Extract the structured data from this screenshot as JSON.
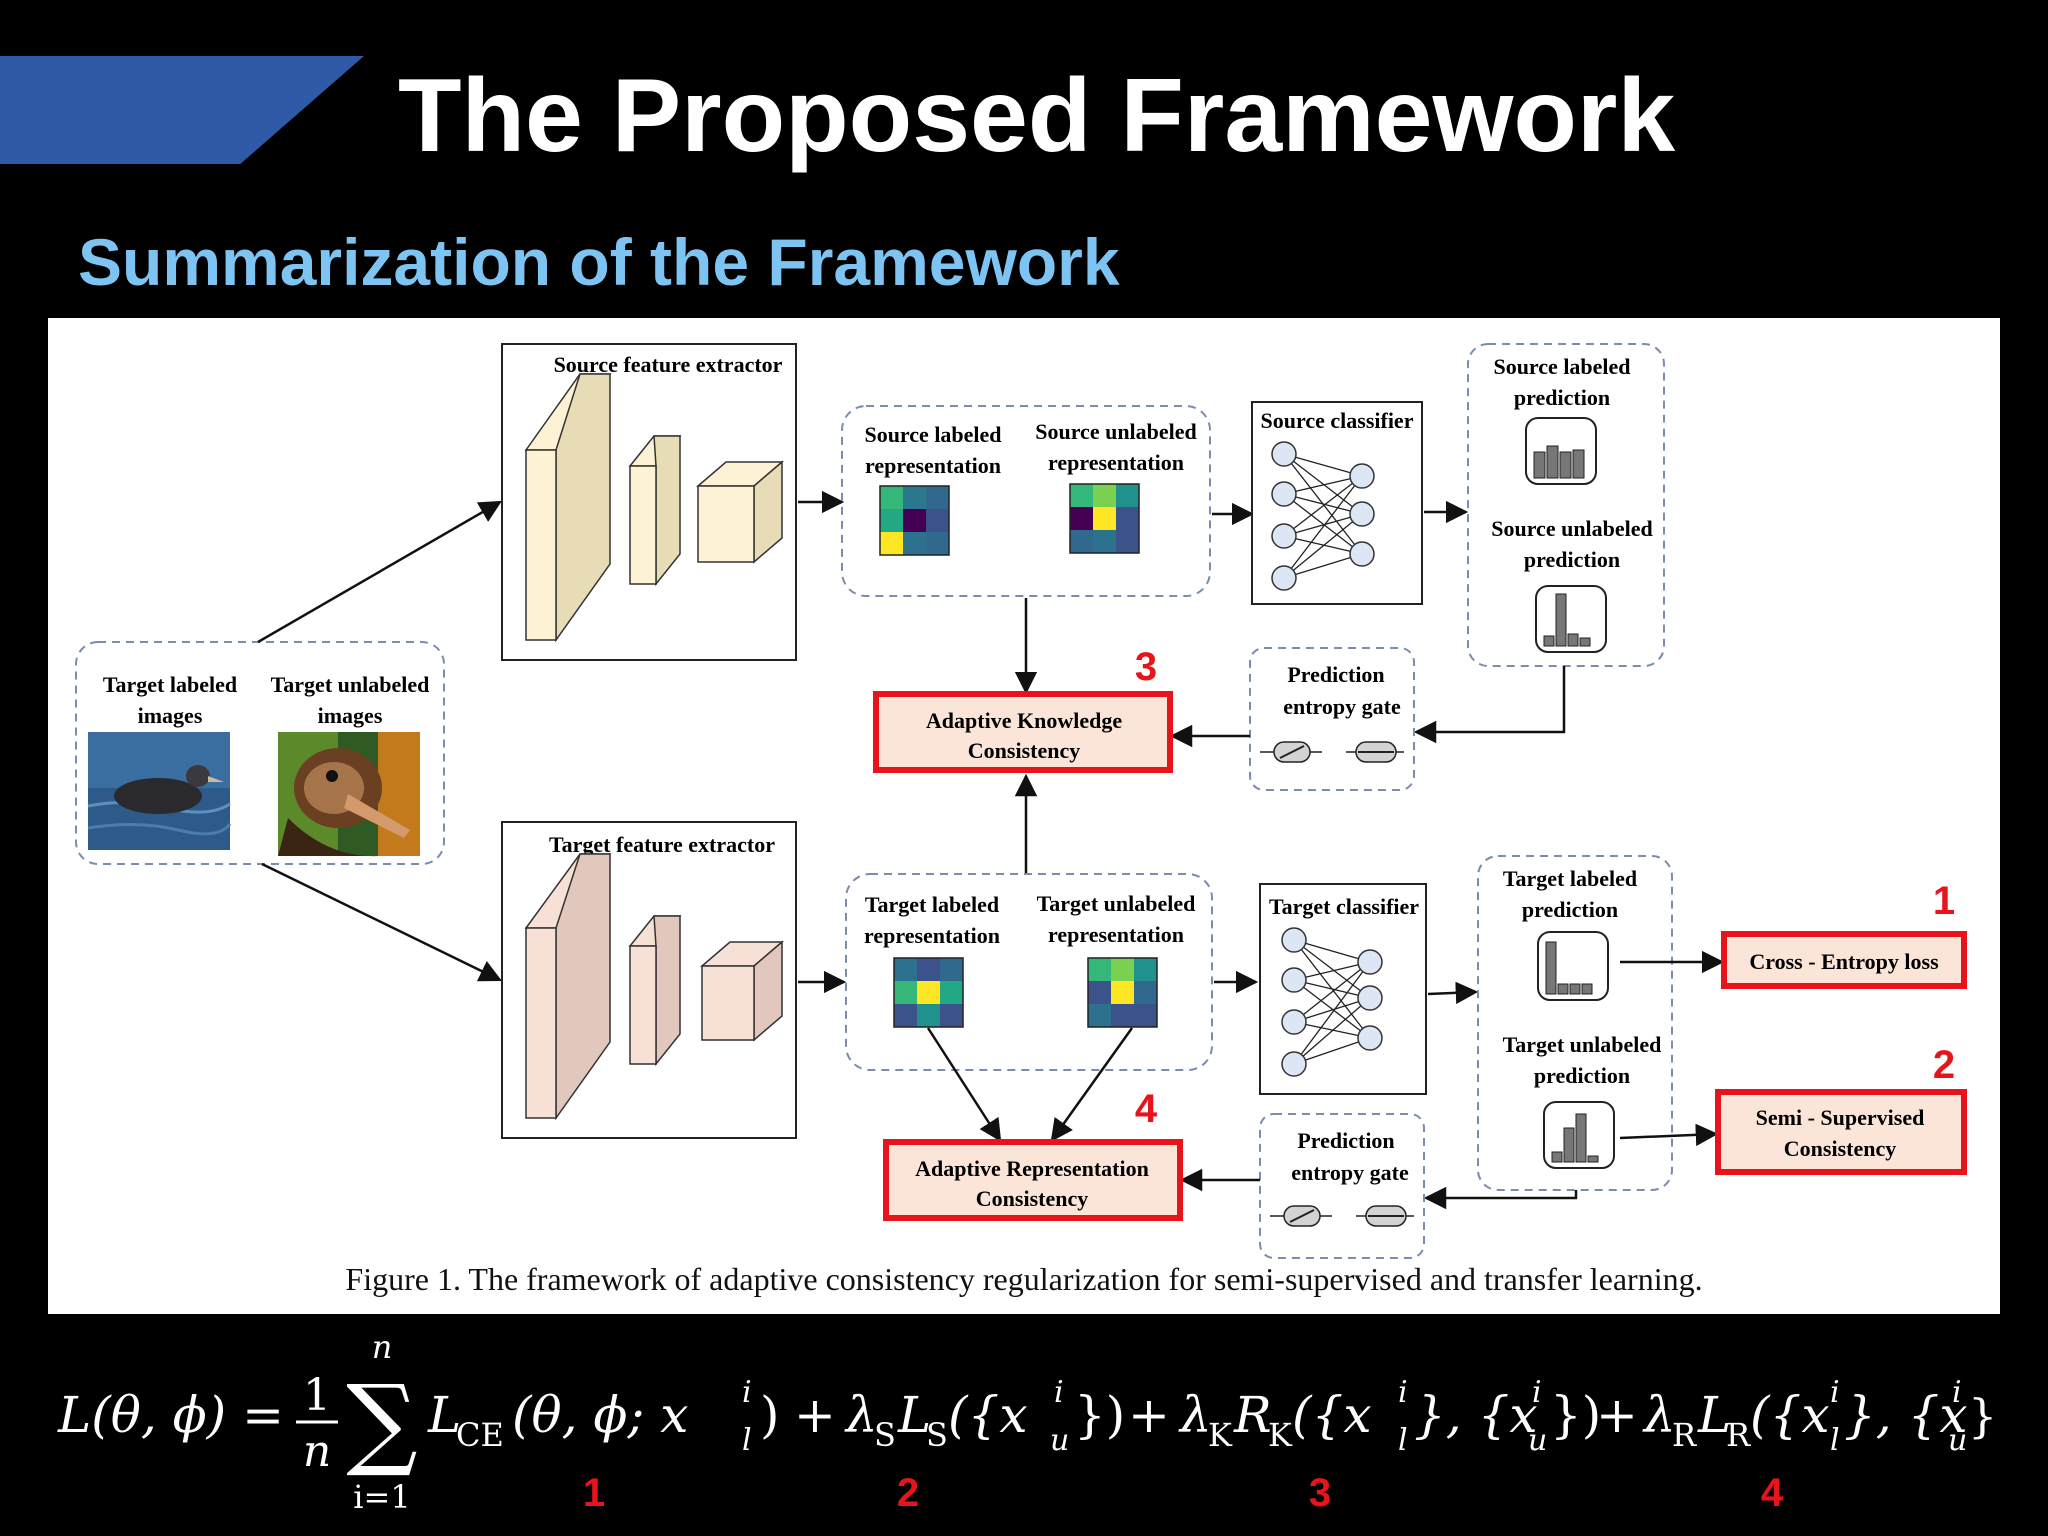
{
  "slide": {
    "title": "The Proposed Framework",
    "subtitle": "Summarization of the Framework"
  },
  "figure": {
    "input": {
      "labeled_l1": "Target labeled",
      "labeled_l2": "images",
      "unlabeled_l1": "Target unlabeled",
      "unlabeled_l2": "images"
    },
    "source_extractor": "Source feature extractor",
    "target_extractor": "Target feature extractor",
    "source_repr": {
      "labeled_l1": "Source labeled",
      "labeled_l2": "representation",
      "unlabeled_l1": "Source unlabeled",
      "unlabeled_l2": "representation"
    },
    "target_repr": {
      "labeled_l1": "Target labeled",
      "labeled_l2": "representation",
      "unlabeled_l1": "Target unlabeled",
      "unlabeled_l2": "representation"
    },
    "source_classifier": "Source classifier",
    "target_classifier": "Target classifier",
    "source_pred": {
      "labeled_l1": "Source labeled",
      "labeled_l2": "prediction",
      "unlabeled_l1": "Source unlabeled",
      "unlabeled_l2": "prediction"
    },
    "target_pred": {
      "labeled_l1": "Target labeled",
      "labeled_l2": "prediction",
      "unlabeled_l1": "Target unlabeled",
      "unlabeled_l2": "prediction"
    },
    "gate_l1": "Prediction",
    "gate_l2": "entropy gate",
    "akc_l1": "Adaptive Knowledge",
    "akc_l2": "Consistency",
    "arc_l1": "Adaptive Representation",
    "arc_l2": "Consistency",
    "ce_loss": "Cross - Entropy loss",
    "ssc_l1": "Semi - Supervised",
    "ssc_l2": "Consistency",
    "marker_1": "1",
    "marker_2": "2",
    "marker_3": "3",
    "marker_4": "4",
    "caption": "Figure 1. The framework of adaptive consistency regularization for semi-supervised and transfer learning."
  },
  "equation": {
    "lhs": "L(θ, ϕ) =",
    "frac_num": "1",
    "frac_den": "n",
    "sum_top": "n",
    "sum_sym": "∑",
    "sum_bottom": "i=1",
    "term1": "L",
    "term1_sub": "CE",
    "term1_args": "(θ, ϕ; x",
    "term1_sup": "i",
    "term1_xsub": "l",
    "term1_close": ")",
    "plus": "+",
    "lambda": "λ",
    "sub_S": "S",
    "sub_K": "K",
    "sub_R": "R",
    "L_sym": "L",
    "R_sym": "R",
    "open_set": "({x",
    "close_set": "})",
    "mid_sets": "}, {x",
    "sup_i": "i",
    "sub_u": "u",
    "sub_l": "l",
    "labels": [
      "1",
      "2",
      "3",
      "4"
    ]
  },
  "colors": {
    "banner": "#2e5aa8",
    "subtitle": "#7ec4f2",
    "highlight": "#e8141b",
    "highlight_fill": "#fbe4d8",
    "source_block": "#fdf3d4",
    "target_block": "#f7e0d5",
    "node_fill": "#dde6f5"
  }
}
